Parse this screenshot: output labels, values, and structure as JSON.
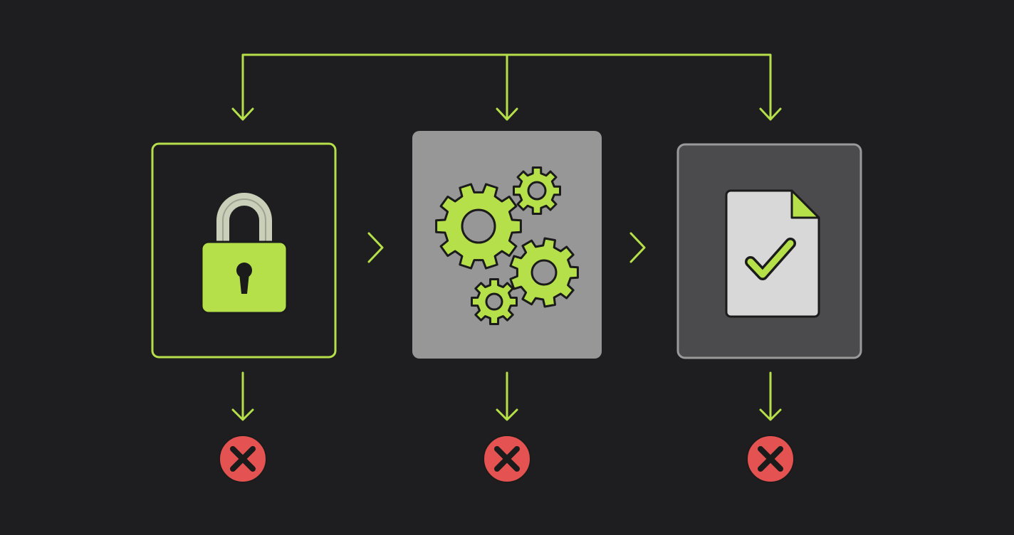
{
  "colors": {
    "background": "#1e1e20",
    "accent": "#b5e04a",
    "connector": "#b5e04a",
    "node_outline": "#b5e04a",
    "process_fill": "#979797",
    "output_fill": "#4b4b4d",
    "output_outline": "#9a9a9a",
    "document_fill": "#d8d8d8",
    "shackle": "#c9cfb8",
    "icon_stroke": "#1b1b1b",
    "error": "#e55252"
  },
  "nodes": [
    {
      "id": "input",
      "icon": "padlock-icon",
      "style": "outlined"
    },
    {
      "id": "process",
      "icon": "gears-icon",
      "style": "filled-gray"
    },
    {
      "id": "output",
      "icon": "document-check-icon",
      "style": "filled-dark"
    }
  ],
  "flow_connectors": [
    "chevron-right-icon",
    "chevron-right-icon"
  ],
  "distribution": {
    "source": "top-bus",
    "targets": [
      "input",
      "process",
      "output"
    ]
  },
  "failure_outcomes": [
    {
      "from": "input",
      "icon": "error-x-icon"
    },
    {
      "from": "process",
      "icon": "error-x-icon"
    },
    {
      "from": "output",
      "icon": "error-x-icon"
    }
  ]
}
